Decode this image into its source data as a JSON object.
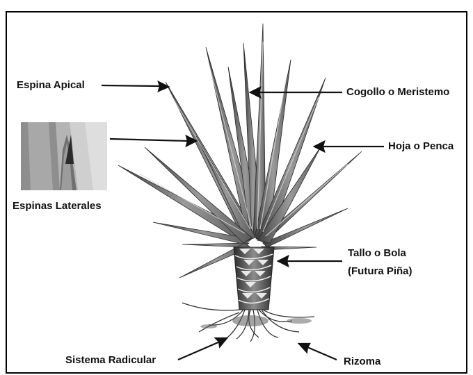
{
  "labels": {
    "espina_apical": "Espina Apical",
    "espinas_laterales": "Espinas Laterales",
    "cogollo": "Cogollo o Meristemo",
    "hoja": "Hoja o Penca",
    "tallo_line1": "Tallo o Bola",
    "tallo_line2": "(Futura Piña)",
    "sistema_radicular": "Sistema Radicular",
    "rizoma": "Rizoma"
  },
  "colors": {
    "ink": "#111111",
    "leaf_dark": "#4a4a4a",
    "leaf_mid": "#8a8a8a",
    "leaf_light": "#c8c8c8"
  }
}
